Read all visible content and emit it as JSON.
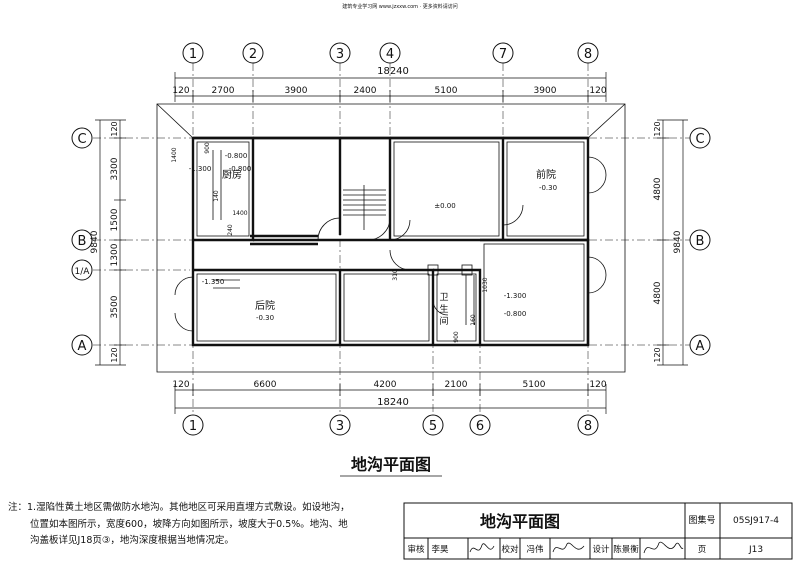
{
  "watermark": "建筑专业学习网 www.jzxxw.com · 更多资料请访问",
  "grid": {
    "top": [
      "1",
      "2",
      "3",
      "4",
      "7",
      "8"
    ],
    "bottom": [
      "1",
      "3",
      "5",
      "6",
      "8"
    ],
    "left": [
      "C",
      "B",
      "1/A",
      "A"
    ],
    "right": [
      "C",
      "B",
      "A"
    ]
  },
  "dims": {
    "top_total": "18240",
    "top": [
      "120",
      "2700",
      "3900",
      "2400",
      "5100",
      "3900",
      "120"
    ],
    "bottom_total": "18240",
    "bottom": [
      "120",
      "6600",
      "4200",
      "2100",
      "5100",
      "120"
    ],
    "left": [
      "120",
      "3300",
      "1500",
      "1300",
      "3500",
      "120"
    ],
    "left_total": "9840",
    "right": [
      "120",
      "4800",
      "4800",
      "120"
    ],
    "right_total": "9840"
  },
  "rooms": {
    "kitchen": "厨房",
    "front_yard": "前院",
    "back_yard": "后院",
    "wc1": "卫",
    "wc2": "生",
    "wc3": "间"
  },
  "levels": {
    "front_yard": "-0.30",
    "back_yard": "-0.30",
    "hall": "±0.00",
    "k1": "-0.800",
    "k2": "-0.800",
    "k3": "-1.300",
    "wc1": "-1.300",
    "wc2": "-0.800",
    "back_left": "-1.350"
  },
  "small_dims": {
    "d900a": "900",
    "d1400a": "1400",
    "d1400b": "1400",
    "d140": "140",
    "d240": "240",
    "d1030": "1030",
    "d310": "310",
    "d900b": "900",
    "d160": "160"
  },
  "plan_title": "地沟平面图",
  "notes": [
    "注：1.湿陷性黄土地区需做防水地沟。其他地区可采用直埋方式敷设。如设地沟，",
    "位置如本图所示，宽度600，坡降方向如图所示，坡度大于0.5%。地沟、地",
    "沟盖板详见J18页③，地沟深度根据当地情况定。"
  ],
  "title_block": {
    "title": "地沟平面图",
    "atlas_label": "图集号",
    "atlas_no": "05SJ917-4",
    "review_label": "审核",
    "reviewer": "李昊",
    "check_label": "校对",
    "checker": "冯伟",
    "design_label": "设计",
    "designer": "陈景衡",
    "page_label": "页",
    "page_no": "J13"
  }
}
